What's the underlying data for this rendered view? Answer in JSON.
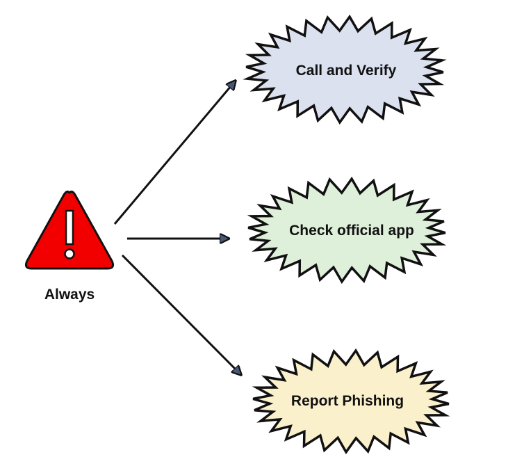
{
  "source": {
    "label": "Always",
    "icon": "warning-triangle-icon",
    "color": "#f20000"
  },
  "actions": [
    {
      "label": "Call and Verify",
      "fill": "#dce1f0"
    },
    {
      "label": "Check official app",
      "fill": "#dff0da"
    },
    {
      "label": "Report Phishing",
      "fill": "#fbf0cc"
    }
  ],
  "arrow_head_color": "#4a5878"
}
